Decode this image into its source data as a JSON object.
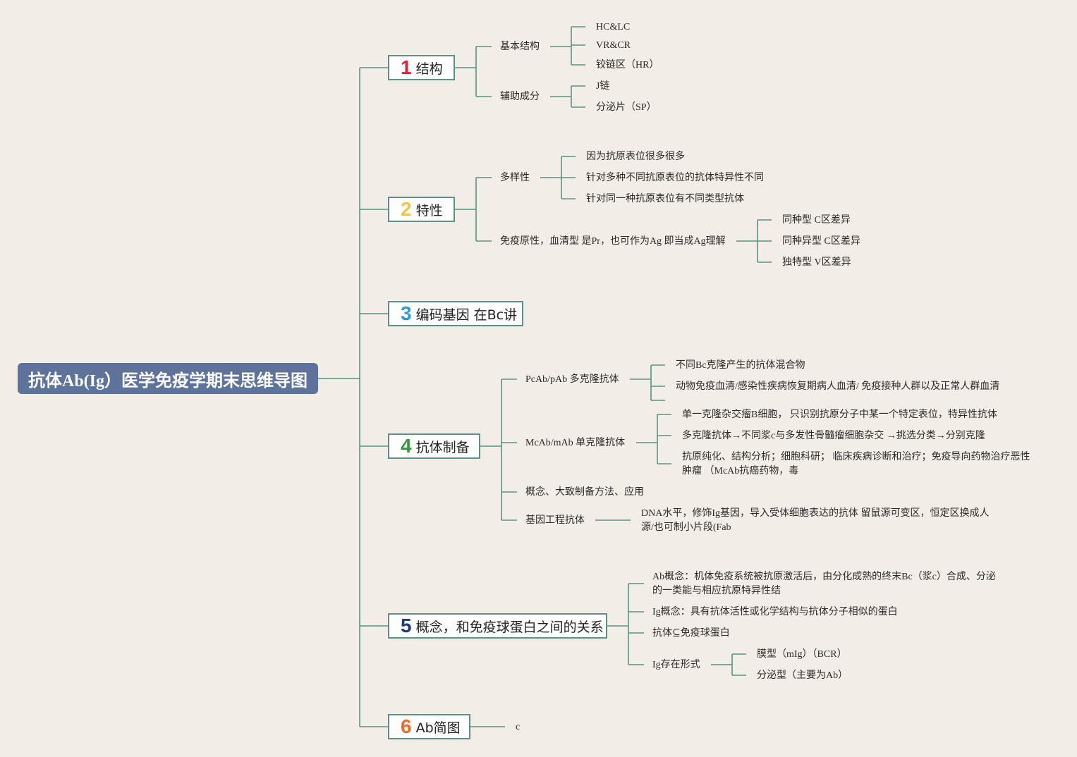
{
  "root": {
    "title": "抗体Ab(Ig）医学免疫学期末思维导图"
  },
  "colors": {
    "line": "#5b9186",
    "root_bg": "#5e739b",
    "num1": "#d9263a",
    "num2": "#f0c44c",
    "num3": "#2f9ad6",
    "num4": "#2e9a3a",
    "num5": "#1f3c7a",
    "num6": "#ef6a26"
  },
  "branches": [
    {
      "num": "1",
      "label": "结构",
      "children": [
        {
          "label": "基本结构",
          "children": [
            "HC&LC",
            "VR&CR",
            "铰链区（HR）"
          ]
        },
        {
          "label": "辅助成分",
          "children": [
            "J链",
            "分泌片（SP）"
          ]
        }
      ]
    },
    {
      "num": "2",
      "label": "特性",
      "children": [
        {
          "label": "多样性",
          "children": [
            "因为抗原表位很多很多",
            "针对多种不同抗原表位的抗体特异性不同",
            "针对同一种抗原表位有不同类型抗体"
          ]
        },
        {
          "label": "免疫原性，血清型 是Pr，也可作为Ag 即当成Ag理解",
          "children": [
            "同种型 C区差异",
            "同种异型 C区差异",
            "独特型 V区差异"
          ]
        }
      ]
    },
    {
      "num": "3",
      "label": "编码基因 在Bc讲",
      "children": []
    },
    {
      "num": "4",
      "label": "抗体制备",
      "children": [
        {
          "label": "PcAb/pAb 多克隆抗体",
          "children": [
            "不同Bc克隆产生的抗体混合物",
            "动物免疫血清/感染性疾病恢复期病人血清/ 免疫接种人群以及正常人群血清"
          ]
        },
        {
          "label": "McAb/mAb 单克隆抗体",
          "children": [
            "单一克隆杂交瘤B细胞， 只识别抗原分子中某一个特定表位，特异性抗体",
            "多克隆抗体→不同浆c与多发性骨髓瘤细胞杂交 →挑选分类→分别克隆",
            "抗原纯化、结构分析；细胞科研； 临床疾病诊断和治疗；免疫导向药物治疗恶性肿瘤 （McAb抗癌药物，毒"
          ]
        },
        {
          "label": "概念、大致制备方法、应用",
          "children": []
        },
        {
          "label": "基因工程抗体",
          "children": [
            "DNA水平，修饰Ig基因，导入受体细胞表达的抗体 留鼠源可变区，恒定区换成人源/也可制小片段(Fab"
          ]
        }
      ]
    },
    {
      "num": "5",
      "label": "概念，和免疫球蛋白之间的关系",
      "children": [
        {
          "label": "Ab概念：机体免疫系统被抗原激活后，由分化成熟的终末Bc（浆c）合成、分泌的一类能与相应抗原特异性结",
          "children": []
        },
        {
          "label": "Ig概念：具有抗体活性或化学结构与抗体分子相似的蛋白",
          "children": []
        },
        {
          "label": "抗体⊆免疫球蛋白",
          "children": []
        },
        {
          "label": "Ig存在形式",
          "children": [
            "膜型（mIg）（BCR）",
            "分泌型（主要为Ab）"
          ]
        }
      ]
    },
    {
      "num": "6",
      "label": "Ab简图",
      "children": [
        {
          "label": "c",
          "children": []
        }
      ]
    }
  ]
}
